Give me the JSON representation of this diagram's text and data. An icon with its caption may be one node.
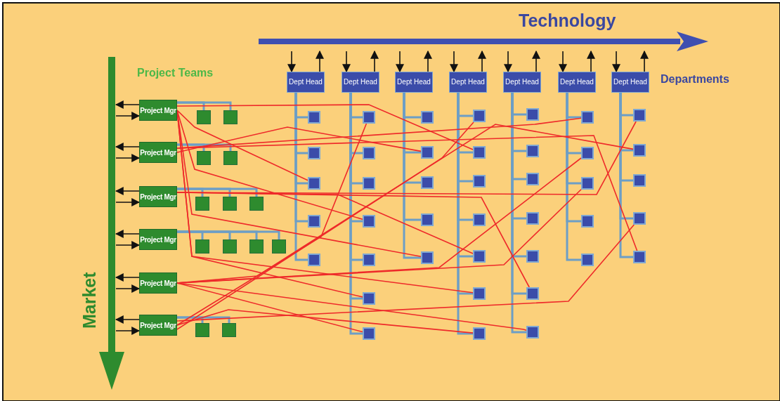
{
  "diagram": {
    "nodes": [
      {
        "text": [
          "Technology"
        ]
      },
      {
        "text": [
          "Dept Head"
        ]
      },
      {
        "text": [
          "Dept Head"
        ]
      },
      {
        "text": [
          "Dept Head"
        ]
      },
      {
        "text": [
          "Dept Head"
        ]
      },
      {
        "text": [
          "Dept Head"
        ]
      },
      {
        "text": [
          "Dept Head"
        ]
      },
      {
        "text": [
          "Dept Head"
        ]
      },
      {
        "text": [
          "Market"
        ]
      },
      {
        "text": [
          "Project Mgr"
        ]
      },
      {
        "text": [
          "Project Mgr"
        ]
      },
      {
        "text": [
          "Project Mgr"
        ]
      },
      {
        "text": [
          "Project Mgr"
        ]
      },
      {
        "text": [
          "Project Mgr"
        ]
      },
      {
        "text": [
          "Project Mgr"
        ]
      },
      {
        "text": [],
        "shape": "box"
      },
      {
        "text": [],
        "shape": "box"
      },
      {
        "text": [],
        "shape": "box"
      },
      {
        "text": [],
        "shape": "box"
      },
      {
        "text": [],
        "shape": "box"
      },
      {
        "text": [],
        "shape": "box"
      },
      {
        "text": [],
        "shape": "box"
      },
      {
        "text": [],
        "shape": "box"
      },
      {
        "text": [],
        "shape": "box"
      },
      {
        "text": [],
        "shape": "box"
      },
      {
        "text": [],
        "shape": "box"
      },
      {
        "text": [],
        "shape": "box"
      },
      {
        "text": [],
        "shape": "box"
      },
      {
        "text": [],
        "shape": "box"
      },
      {
        "text": [],
        "shape": "box"
      },
      {
        "text": [],
        "shape": "box"
      },
      {
        "text": [],
        "shape": "box"
      },
      {
        "text": [],
        "shape": "box"
      },
      {
        "text": [],
        "shape": "box"
      },
      {
        "text": [],
        "shape": "box"
      },
      {
        "text": [],
        "shape": "box"
      },
      {
        "text": [],
        "shape": "box"
      },
      {
        "text": [],
        "shape": "box"
      },
      {
        "text": [],
        "shape": "box"
      },
      {
        "text": [],
        "shape": "box"
      },
      {
        "text": [],
        "shape": "box"
      },
      {
        "text": [],
        "shape": "box"
      },
      {
        "text": [],
        "shape": "box"
      },
      {
        "text": [],
        "shape": "box"
      },
      {
        "text": [],
        "shape": "box"
      },
      {
        "text": [],
        "shape": "box"
      },
      {
        "text": [],
        "shape": "box"
      },
      {
        "text": [],
        "shape": "box"
      },
      {
        "text": [],
        "shape": "box"
      },
      {
        "text": [],
        "shape": "box"
      },
      {
        "text": [],
        "shape": "box"
      },
      {
        "text": [],
        "shape": "box"
      },
      {
        "text": [],
        "shape": "box"
      },
      {
        "text": [],
        "shape": "box"
      },
      {
        "text": [],
        "shape": "box"
      },
      {
        "text": [],
        "shape": "box"
      },
      {
        "text": [],
        "shape": "box"
      },
      {
        "text": [],
        "shape": "box"
      },
      {
        "text": [],
        "shape": "box"
      },
      {
        "text": [],
        "shape": "box"
      },
      {
        "text": [],
        "shape": "box"
      },
      {
        "text": [],
        "shape": "box"
      },
      {
        "text": [],
        "shape": "box"
      },
      {
        "text": [],
        "shape": "box"
      },
      {
        "text": [],
        "shape": "box"
      },
      {
        "text": [],
        "shape": "box"
      },
      {
        "text": [],
        "shape": "box"
      },
      {
        "text": [],
        "shape": "box"
      },
      {
        "text": [],
        "shape": "box"
      }
    ],
    "edges": [
      {
        "from": 0,
        "to": 1,
        "arrow": "to",
        "color": "#111111"
      },
      {
        "from": 1,
        "to": 0,
        "arrow": "to",
        "color": "#111111"
      },
      {
        "from": 0,
        "to": 2,
        "arrow": "to",
        "color": "#111111"
      },
      {
        "from": 2,
        "to": 0,
        "arrow": "to",
        "color": "#111111"
      },
      {
        "from": 0,
        "to": 3,
        "arrow": "to",
        "color": "#111111"
      },
      {
        "from": 3,
        "to": 0,
        "arrow": "to",
        "color": "#111111"
      },
      {
        "from": 0,
        "to": 4,
        "arrow": "to",
        "color": "#111111"
      },
      {
        "from": 4,
        "to": 0,
        "arrow": "to",
        "color": "#111111"
      },
      {
        "from": 0,
        "to": 5,
        "arrow": "to",
        "color": "#111111"
      },
      {
        "from": 5,
        "to": 0,
        "arrow": "to",
        "color": "#111111"
      },
      {
        "from": 0,
        "to": 6,
        "arrow": "to",
        "color": "#111111"
      },
      {
        "from": 6,
        "to": 0,
        "arrow": "to",
        "color": "#111111"
      },
      {
        "from": 0,
        "to": 7,
        "arrow": "to",
        "color": "#111111"
      },
      {
        "from": 7,
        "to": 0,
        "arrow": "to",
        "color": "#111111"
      },
      {
        "from": 9,
        "to": 8,
        "arrow": "to",
        "color": "#111111"
      },
      {
        "from": 8,
        "to": 9,
        "arrow": "to",
        "color": "#111111"
      },
      {
        "from": 10,
        "to": 8,
        "arrow": "to",
        "color": "#111111"
      },
      {
        "from": 8,
        "to": 10,
        "arrow": "to",
        "color": "#111111"
      },
      {
        "from": 11,
        "to": 8,
        "arrow": "to",
        "color": "#111111"
      },
      {
        "from": 8,
        "to": 11,
        "arrow": "to",
        "color": "#111111"
      },
      {
        "from": 12,
        "to": 8,
        "arrow": "to",
        "color": "#111111"
      },
      {
        "from": 8,
        "to": 12,
        "arrow": "to",
        "color": "#111111"
      },
      {
        "from": 13,
        "to": 8,
        "arrow": "to",
        "color": "#111111"
      },
      {
        "from": 8,
        "to": 13,
        "arrow": "to",
        "color": "#111111"
      },
      {
        "from": 14,
        "to": 8,
        "arrow": "to",
        "color": "#111111"
      },
      {
        "from": 8,
        "to": 14,
        "arrow": "to",
        "color": "#111111"
      },
      {
        "from": 9,
        "to": 15,
        "arrow": "none"
      },
      {
        "from": 9,
        "to": 16,
        "arrow": "none"
      },
      {
        "from": 10,
        "to": 17,
        "arrow": "none"
      },
      {
        "from": 10,
        "to": 18,
        "arrow": "none"
      },
      {
        "from": 11,
        "to": 19,
        "arrow": "none"
      },
      {
        "from": 11,
        "to": 20,
        "arrow": "none"
      },
      {
        "from": 11,
        "to": 21,
        "arrow": "none"
      },
      {
        "from": 12,
        "to": 22,
        "arrow": "none"
      },
      {
        "from": 12,
        "to": 23,
        "arrow": "none"
      },
      {
        "from": 12,
        "to": 24,
        "arrow": "none"
      },
      {
        "from": 12,
        "to": 25,
        "arrow": "none"
      },
      {
        "from": 14,
        "to": 26,
        "arrow": "none"
      },
      {
        "from": 14,
        "to": 27,
        "arrow": "none"
      },
      {
        "from": 1,
        "to": 28,
        "arrow": "none"
      },
      {
        "from": 1,
        "to": 29,
        "arrow": "none"
      },
      {
        "from": 1,
        "to": 30,
        "arrow": "none"
      },
      {
        "from": 1,
        "to": 31,
        "arrow": "none"
      },
      {
        "from": 1,
        "to": 32,
        "arrow": "none"
      },
      {
        "from": 2,
        "to": 33,
        "arrow": "none"
      },
      {
        "from": 2,
        "to": 34,
        "arrow": "none"
      },
      {
        "from": 2,
        "to": 35,
        "arrow": "none"
      },
      {
        "from": 2,
        "to": 36,
        "arrow": "none"
      },
      {
        "from": 2,
        "to": 37,
        "arrow": "none"
      },
      {
        "from": 2,
        "to": 38,
        "arrow": "none"
      },
      {
        "from": 2,
        "to": 39,
        "arrow": "none"
      },
      {
        "from": 3,
        "to": 40,
        "arrow": "none"
      },
      {
        "from": 3,
        "to": 41,
        "arrow": "none"
      },
      {
        "from": 3,
        "to": 42,
        "arrow": "none"
      },
      {
        "from": 3,
        "to": 43,
        "arrow": "none"
      },
      {
        "from": 3,
        "to": 44,
        "arrow": "none"
      },
      {
        "from": 4,
        "to": 45,
        "arrow": "none"
      },
      {
        "from": 4,
        "to": 46,
        "arrow": "none"
      },
      {
        "from": 4,
        "to": 47,
        "arrow": "none"
      },
      {
        "from": 4,
        "to": 48,
        "arrow": "none"
      },
      {
        "from": 4,
        "to": 49,
        "arrow": "none"
      },
      {
        "from": 4,
        "to": 50,
        "arrow": "none"
      },
      {
        "from": 4,
        "to": 51,
        "arrow": "none"
      },
      {
        "from": 5,
        "to": 52,
        "arrow": "none"
      },
      {
        "from": 5,
        "to": 53,
        "arrow": "none"
      },
      {
        "from": 5,
        "to": 54,
        "arrow": "none"
      },
      {
        "from": 5,
        "to": 55,
        "arrow": "none"
      },
      {
        "from": 5,
        "to": 56,
        "arrow": "none"
      },
      {
        "from": 5,
        "to": 57,
        "arrow": "none"
      },
      {
        "from": 5,
        "to": 58,
        "arrow": "none"
      },
      {
        "from": 6,
        "to": 59,
        "arrow": "none"
      },
      {
        "from": 6,
        "to": 60,
        "arrow": "none"
      },
      {
        "from": 6,
        "to": 61,
        "arrow": "none"
      },
      {
        "from": 6,
        "to": 62,
        "arrow": "none"
      },
      {
        "from": 6,
        "to": 63,
        "arrow": "none"
      },
      {
        "from": 7,
        "to": 64,
        "arrow": "none"
      },
      {
        "from": 7,
        "to": 65,
        "arrow": "none"
      },
      {
        "from": 7,
        "to": 66,
        "arrow": "none"
      },
      {
        "from": 7,
        "to": 67,
        "arrow": "none"
      },
      {
        "from": 7,
        "to": 68,
        "arrow": "none"
      },
      {
        "from": 9,
        "to": 46,
        "arrow": "none",
        "color": "#ee2a2a"
      },
      {
        "from": 9,
        "to": 30,
        "arrow": "none",
        "color": "#ee2a2a"
      },
      {
        "from": 9,
        "to": 36,
        "arrow": "none",
        "color": "#ee2a2a"
      },
      {
        "from": 9,
        "to": 44,
        "arrow": "none",
        "color": "#ee2a2a"
      },
      {
        "from": 9,
        "to": 38,
        "arrow": "none",
        "color": "#ee2a2a"
      },
      {
        "from": 9,
        "to": 50,
        "arrow": "none",
        "color": "#ee2a2a"
      },
      {
        "from": 10,
        "to": 59,
        "arrow": "none",
        "color": "#ee2a2a"
      },
      {
        "from": 10,
        "to": 41,
        "arrow": "none",
        "color": "#ee2a2a"
      },
      {
        "from": 10,
        "to": 68,
        "arrow": "none",
        "color": "#ee2a2a"
      },
      {
        "from": 11,
        "to": 64,
        "arrow": "none",
        "color": "#ee2a2a"
      },
      {
        "from": 11,
        "to": 49,
        "arrow": "none",
        "color": "#ee2a2a"
      },
      {
        "from": 11,
        "to": 57,
        "arrow": "none",
        "color": "#ee2a2a"
      },
      {
        "from": 13,
        "to": 65,
        "arrow": "none",
        "color": "#ee2a2a"
      },
      {
        "from": 13,
        "to": 61,
        "arrow": "none",
        "color": "#ee2a2a"
      },
      {
        "from": 13,
        "to": 60,
        "arrow": "none",
        "color": "#ee2a2a"
      },
      {
        "from": 13,
        "to": 39,
        "arrow": "none",
        "color": "#ee2a2a"
      },
      {
        "from": 13,
        "to": 58,
        "arrow": "none",
        "color": "#ee2a2a"
      },
      {
        "from": 14,
        "to": 33,
        "arrow": "none",
        "color": "#ee2a2a"
      },
      {
        "from": 14,
        "to": 45,
        "arrow": "none",
        "color": "#ee2a2a"
      },
      {
        "from": 14,
        "to": 67,
        "arrow": "none",
        "color": "#ee2a2a"
      },
      {
        "from": 14,
        "to": 51,
        "arrow": "none",
        "color": "#ee2a2a"
      }
    ],
    "labels": [
      "Project Teams",
      "Departments"
    ]
  }
}
